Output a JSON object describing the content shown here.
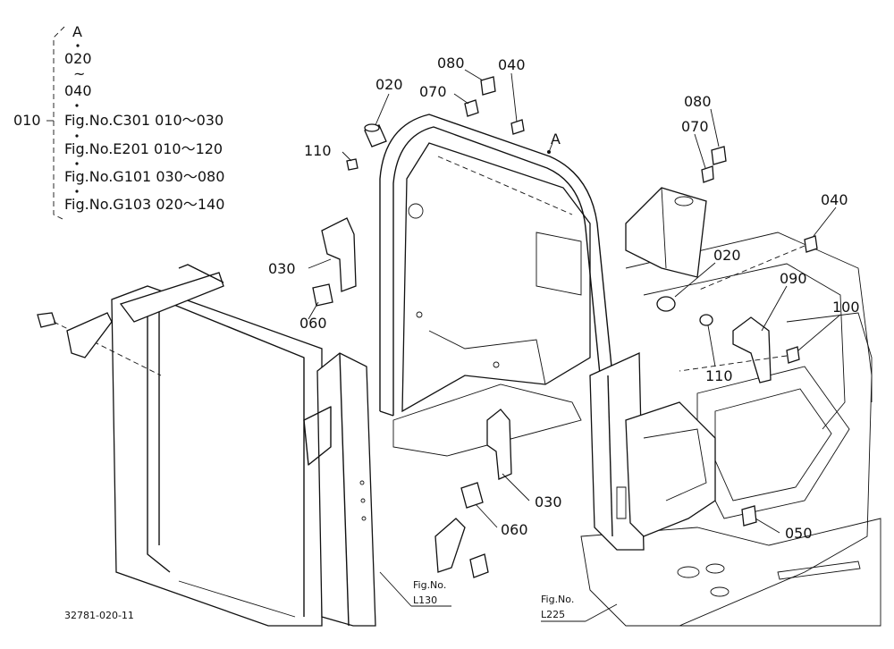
{
  "index": {
    "top_letter": "A",
    "range_start": "020",
    "range_tilde": "~",
    "range_end": "040",
    "main_part": "010",
    "refs": [
      "Fig.No.C301  010～030",
      "Fig.No.E201  010～120",
      "Fig.No.G101  030～080",
      "Fig.No.G103  020～140"
    ]
  },
  "callouts": [
    {
      "id": "c080a",
      "text": "080"
    },
    {
      "id": "c040a",
      "text": "040"
    },
    {
      "id": "c020a",
      "text": "020"
    },
    {
      "id": "c070a",
      "text": "070"
    },
    {
      "id": "c110a",
      "text": "110"
    },
    {
      "id": "cA",
      "text": "A"
    },
    {
      "id": "c080b",
      "text": "080"
    },
    {
      "id": "c070b",
      "text": "070"
    },
    {
      "id": "c040b",
      "text": "040"
    },
    {
      "id": "c020b",
      "text": "020"
    },
    {
      "id": "c090",
      "text": "090"
    },
    {
      "id": "c100",
      "text": "100"
    },
    {
      "id": "c030a",
      "text": "030"
    },
    {
      "id": "c060a",
      "text": "060"
    },
    {
      "id": "c110b",
      "text": "110"
    },
    {
      "id": "c030b",
      "text": "030"
    },
    {
      "id": "c060b",
      "text": "060"
    },
    {
      "id": "c050",
      "text": "050"
    }
  ],
  "fig_refs": [
    {
      "line1": "Fig.No.",
      "line2": "L130"
    },
    {
      "line1": "Fig.No.",
      "line2": "L225"
    }
  ],
  "drawing_number": "32781-020-11"
}
